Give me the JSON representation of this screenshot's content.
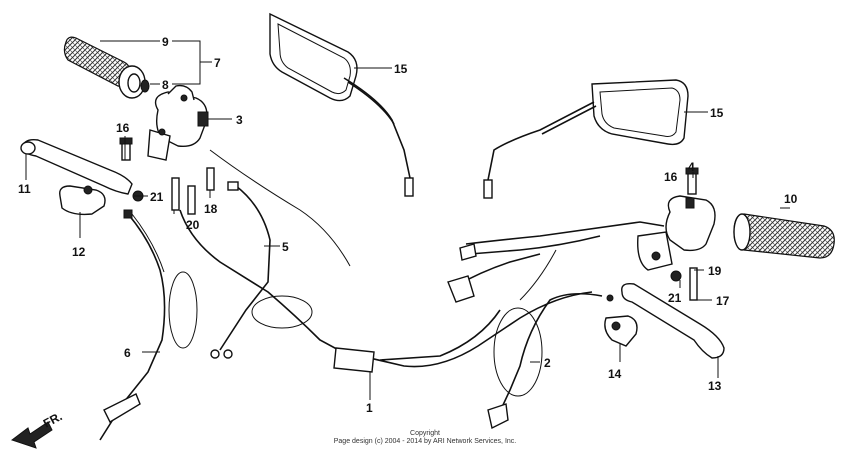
{
  "parts": [
    {
      "id": "p1",
      "label": "1"
    },
    {
      "id": "p2",
      "label": "2"
    },
    {
      "id": "p3",
      "label": "3"
    },
    {
      "id": "p4",
      "label": "4"
    },
    {
      "id": "p5",
      "label": "5"
    },
    {
      "id": "p6",
      "label": "6"
    },
    {
      "id": "p7",
      "label": "7"
    },
    {
      "id": "p8",
      "label": "8"
    },
    {
      "id": "p9",
      "label": "9"
    },
    {
      "id": "p10",
      "label": "10"
    },
    {
      "id": "p11",
      "label": "11"
    },
    {
      "id": "p12",
      "label": "12"
    },
    {
      "id": "p13",
      "label": "13"
    },
    {
      "id": "p14",
      "label": "14"
    },
    {
      "id": "p15a",
      "label": "15"
    },
    {
      "id": "p15b",
      "label": "15"
    },
    {
      "id": "p16a",
      "label": "16"
    },
    {
      "id": "p16b",
      "label": "16"
    },
    {
      "id": "p17",
      "label": "17"
    },
    {
      "id": "p18",
      "label": "18"
    },
    {
      "id": "p19",
      "label": "19"
    },
    {
      "id": "p20",
      "label": "20"
    },
    {
      "id": "p21a",
      "label": "21"
    },
    {
      "id": "p21b",
      "label": "21"
    }
  ],
  "direction_marker": "FR.",
  "copyright": {
    "line1": "Copyright",
    "line2": "Page design (c) 2004 - 2014 by ARI Network Services, Inc."
  }
}
